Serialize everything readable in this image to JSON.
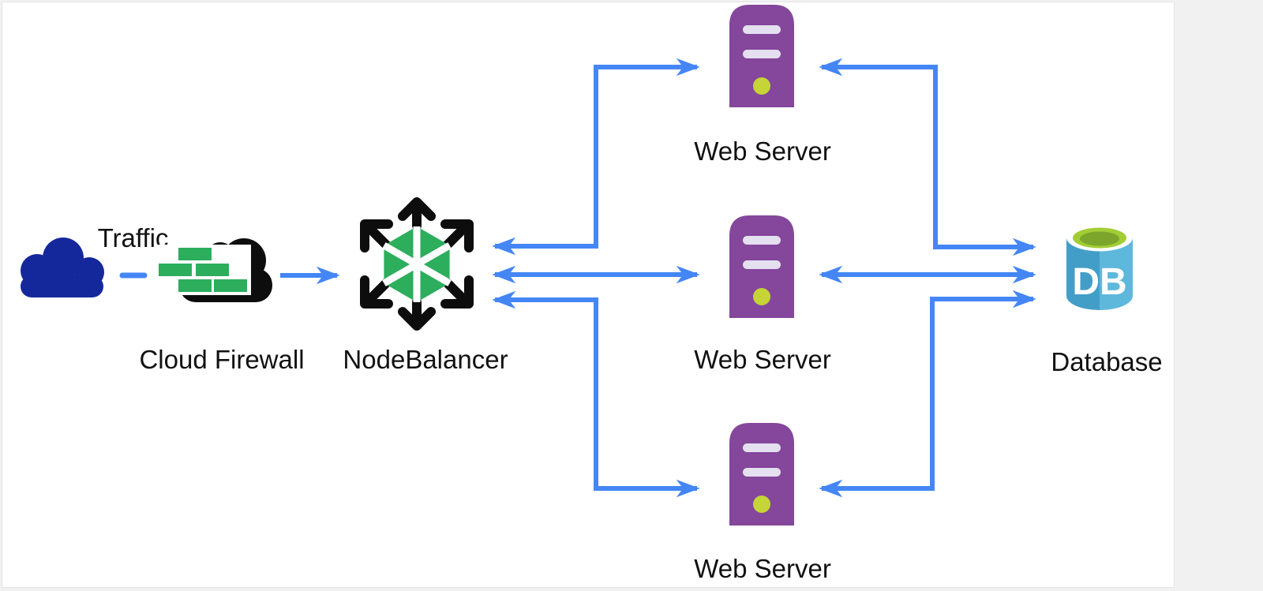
{
  "diagram": {
    "type": "architecture-diagram",
    "description": "Load balanced web application topology",
    "nodes": {
      "traffic": {
        "label": "Traffic",
        "icon": "cloud-icon"
      },
      "firewall": {
        "label": "Cloud Firewall",
        "icon": "firewall-brick-cloud-icon"
      },
      "nodebalancer": {
        "label": "NodeBalancer",
        "icon": "nodebalancer-hexagon-icon"
      },
      "web_server_top": {
        "label": "Web Server",
        "icon": "server-tower-icon"
      },
      "web_server_middle": {
        "label": "Web Server",
        "icon": "server-tower-icon"
      },
      "web_server_bottom": {
        "label": "Web Server",
        "icon": "server-tower-icon"
      },
      "database": {
        "label": "Database",
        "icon": "database-cylinder-icon",
        "icon_text": "DB"
      }
    },
    "edges": [
      {
        "from": "traffic",
        "to": "firewall",
        "style": "dashed",
        "arrows": "none"
      },
      {
        "from": "firewall",
        "to": "nodebalancer",
        "style": "solid",
        "arrows": "forward"
      },
      {
        "from": "nodebalancer",
        "to": "web_server_top",
        "style": "solid",
        "arrows": "both"
      },
      {
        "from": "nodebalancer",
        "to": "web_server_middle",
        "style": "solid",
        "arrows": "both"
      },
      {
        "from": "nodebalancer",
        "to": "web_server_bottom",
        "style": "solid",
        "arrows": "both"
      },
      {
        "from": "web_server_top",
        "to": "database",
        "style": "solid",
        "arrows": "both"
      },
      {
        "from": "web_server_middle",
        "to": "database",
        "style": "solid",
        "arrows": "both"
      },
      {
        "from": "web_server_bottom",
        "to": "database",
        "style": "solid",
        "arrows": "both"
      }
    ],
    "colors": {
      "arrow_blue": "#4486F5",
      "traffic_cloud_navy": "#15289B",
      "firewall_cloud_black": "#0D0D0D",
      "firewall_brick_green": "#2CAE5D",
      "nodebalancer_green": "#2CAE5D",
      "nodebalancer_black": "#0D0D0D",
      "server_purple": "#84479B",
      "server_slot_gray": "#E4E0F0",
      "server_led_green": "#C5D437",
      "database_blue_dark": "#439EC7",
      "database_blue_light": "#5EB8DC",
      "database_top_green": "#A2CD35",
      "database_top_inner_green": "#7CA62B",
      "label_text": "#111111",
      "canvas_white": "#FFFFFF",
      "page_gray": "#F1F1F2"
    }
  }
}
